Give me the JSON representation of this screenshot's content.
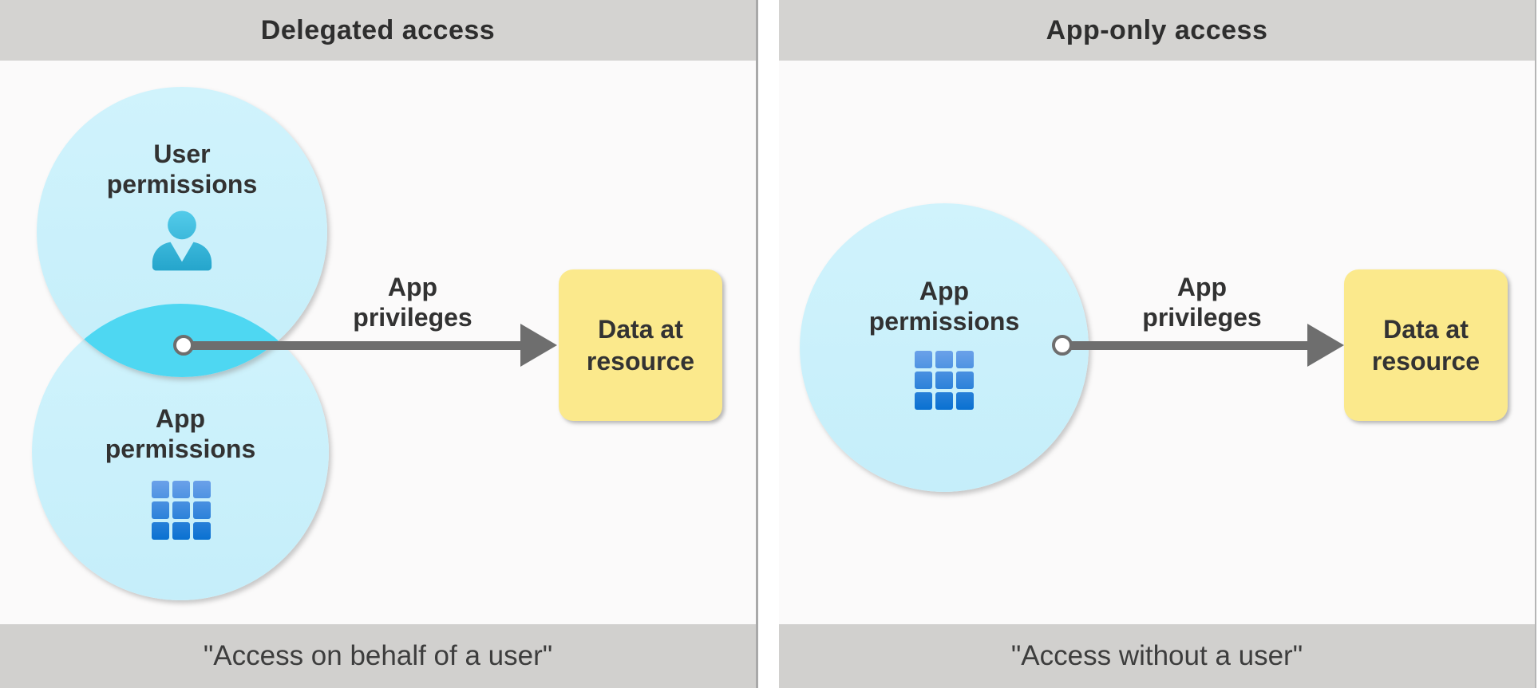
{
  "diagram": "delegated-vs-app-only-access",
  "colors": {
    "header_bg": "#d4d3d1",
    "footer_bg": "#d1d0ce",
    "panel_bg": "#fbfafa",
    "circle_fill": "#c8eefa",
    "overlap_fill": "#4ed7f2",
    "arrow_gray": "#6e6e6e",
    "resource_box_yellow": "#fbe98c",
    "text_dark": "#323232",
    "grid_icon_blue_top": "#6ba1e9",
    "grid_icon_blue_bottom": "#0a71d1",
    "user_icon_teal_top": "#55cdeb",
    "user_icon_teal_bottom": "#1fa0c8"
  },
  "panels": [
    {
      "title": "Delegated access",
      "caption": "\"Access on behalf of a user\"",
      "user_circle": {
        "line1": "User",
        "line2": "permissions"
      },
      "app_circle": {
        "line1": "App",
        "line2": "permissions"
      },
      "arrow_label": {
        "line1": "App",
        "line2": "privileges"
      },
      "resource_box": {
        "line1": "Data at",
        "line2": "resource"
      }
    },
    {
      "title": "App-only access",
      "caption": "\"Access without a user\"",
      "app_circle": {
        "line1": "App",
        "line2": "permissions"
      },
      "arrow_label": {
        "line1": "App",
        "line2": "privileges"
      },
      "resource_box": {
        "line1": "Data at",
        "line2": "resource"
      }
    }
  ]
}
